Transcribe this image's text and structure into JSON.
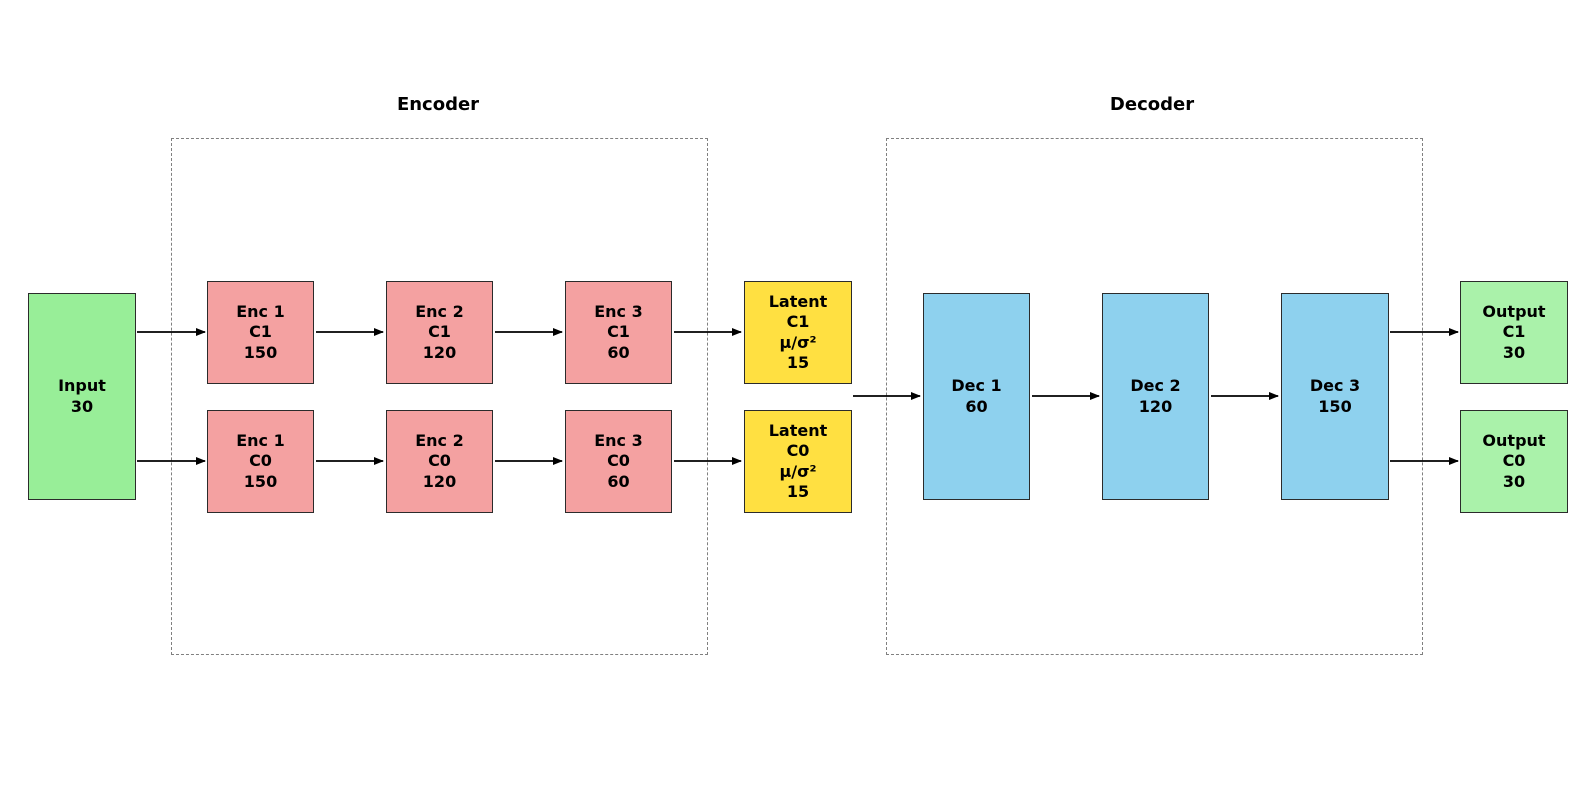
{
  "groups": {
    "encoder": {
      "title": "Encoder"
    },
    "decoder": {
      "title": "Decoder"
    }
  },
  "nodes": {
    "input": {
      "lines": [
        "Input",
        "30"
      ]
    },
    "enc1_c1": {
      "lines": [
        "Enc 1",
        "C1",
        "150"
      ]
    },
    "enc2_c1": {
      "lines": [
        "Enc 2",
        "C1",
        "120"
      ]
    },
    "enc3_c1": {
      "lines": [
        "Enc 3",
        "C1",
        "60"
      ]
    },
    "latent_c1": {
      "lines": [
        "Latent",
        "C1",
        "μ/σ²",
        "15"
      ]
    },
    "enc1_c0": {
      "lines": [
        "Enc 1",
        "C0",
        "150"
      ]
    },
    "enc2_c0": {
      "lines": [
        "Enc 2",
        "C0",
        "120"
      ]
    },
    "enc3_c0": {
      "lines": [
        "Enc 3",
        "C0",
        "60"
      ]
    },
    "latent_c0": {
      "lines": [
        "Latent",
        "C0",
        "μ/σ²",
        "15"
      ]
    },
    "dec1": {
      "lines": [
        "Dec 1",
        "60"
      ]
    },
    "dec2": {
      "lines": [
        "Dec 2",
        "120"
      ]
    },
    "dec3": {
      "lines": [
        "Dec 3",
        "150"
      ]
    },
    "output_c1": {
      "lines": [
        "Output",
        "C1",
        "30"
      ]
    },
    "output_c0": {
      "lines": [
        "Output",
        "C0",
        "30"
      ]
    }
  },
  "edges": [
    [
      "input",
      "enc1_c1"
    ],
    [
      "enc1_c1",
      "enc2_c1"
    ],
    [
      "enc2_c1",
      "enc3_c1"
    ],
    [
      "enc3_c1",
      "latent_c1"
    ],
    [
      "input",
      "enc1_c0"
    ],
    [
      "enc1_c0",
      "enc2_c0"
    ],
    [
      "enc2_c0",
      "enc3_c0"
    ],
    [
      "enc3_c0",
      "latent_c0"
    ],
    [
      "latent",
      "dec1"
    ],
    [
      "dec1",
      "dec2"
    ],
    [
      "dec2",
      "dec3"
    ],
    [
      "dec3",
      "output_c1"
    ],
    [
      "dec3",
      "output_c0"
    ]
  ],
  "colors": {
    "input": "#98ee98",
    "encoder": "#f4a1a1",
    "latent": "#ffe041",
    "decoder": "#8ed1ee",
    "output": "#aaf2aa",
    "frame": "#808080",
    "arrow": "#000000"
  }
}
